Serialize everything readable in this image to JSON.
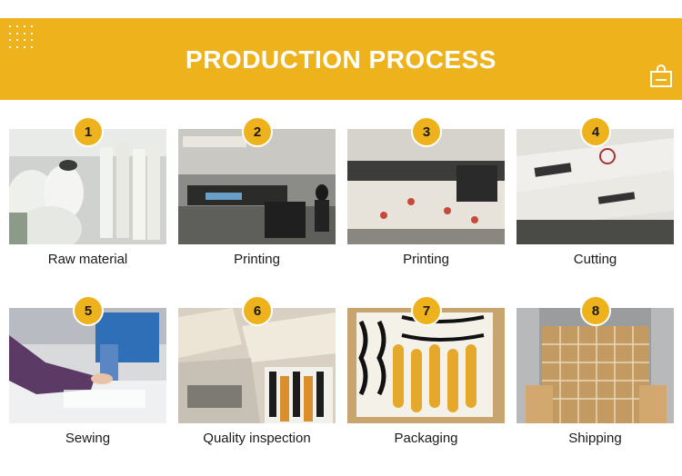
{
  "header": {
    "title": "PRODUCTION PROCESS",
    "accent_color": "#edb21c",
    "decor_icon": "dots-grid-icon",
    "corner_icon": "shopping-bag-icon"
  },
  "steps": [
    {
      "number": "1",
      "label": "Raw material"
    },
    {
      "number": "2",
      "label": "Printing"
    },
    {
      "number": "3",
      "label": "Printing"
    },
    {
      "number": "4",
      "label": "Cutting"
    },
    {
      "number": "5",
      "label": "Sewing"
    },
    {
      "number": "6",
      "label": "Quality inspection"
    },
    {
      "number": "7",
      "label": "Packaging"
    },
    {
      "number": "8",
      "label": "Shipping"
    }
  ]
}
